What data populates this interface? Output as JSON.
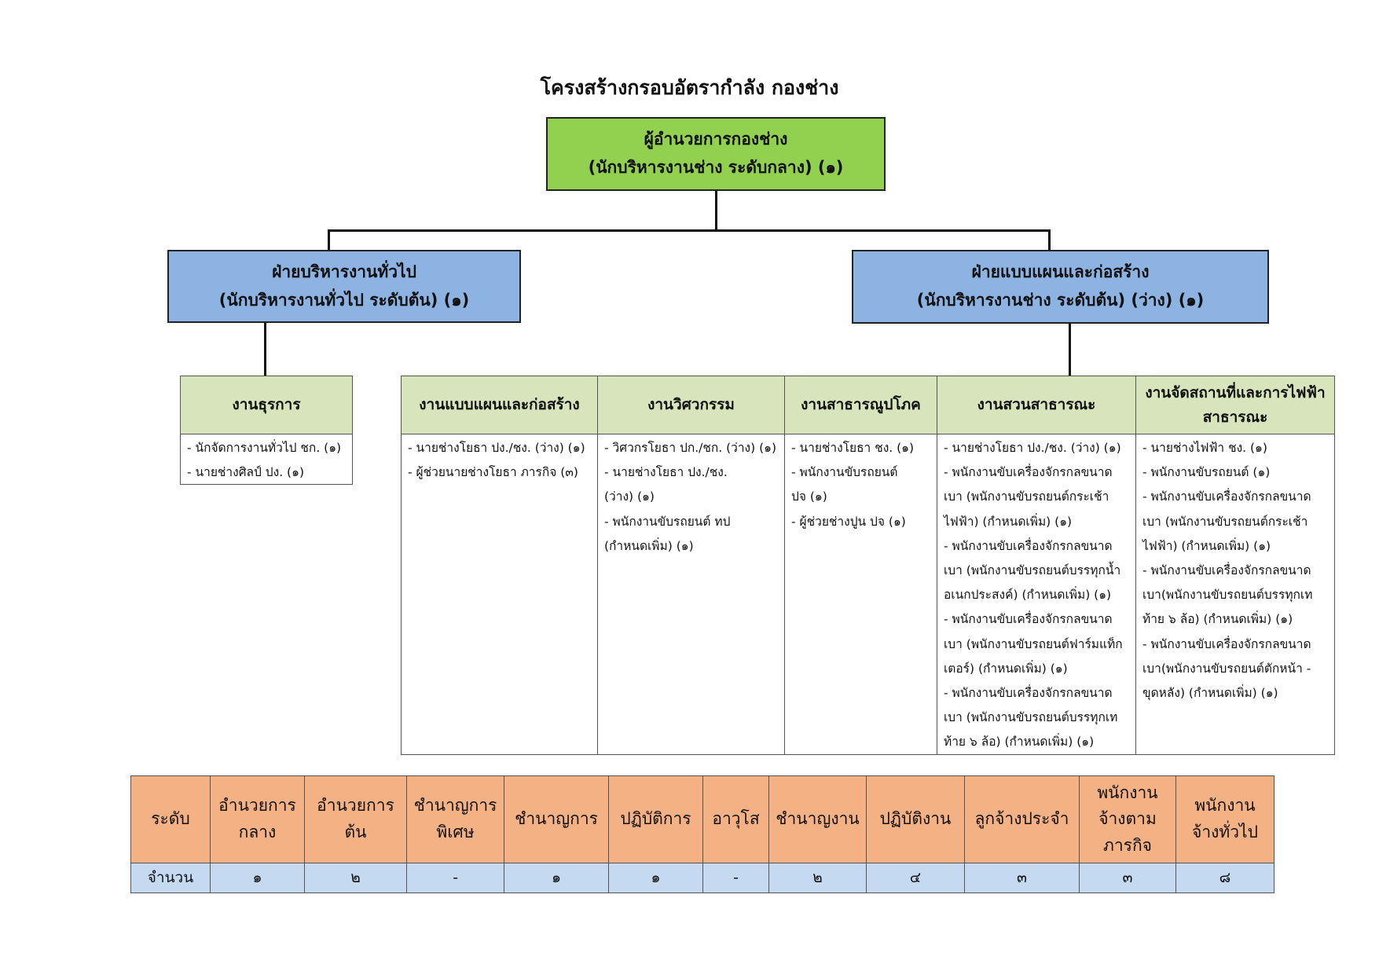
{
  "title": "โครงสร้างกรอบอัตรากำลัง กองช่าง",
  "colors": {
    "director": "#92d050",
    "division": "#8db3e2",
    "unit_header": "#d7e4bc",
    "summary_header": "#f4b183",
    "summary_values": "#c5d9f1"
  },
  "director": {
    "line1": "ผู้อำนวยการกองช่าง",
    "line2": "(นักบริหารงานช่าง ระดับกลาง) (๑)"
  },
  "divisions": [
    {
      "line1": "ฝ่ายบริหารงานทั่วไป",
      "line2": "(นักบริหารงานทั่วไป ระดับต้น) (๑)"
    },
    {
      "line1": "ฝ่ายแบบแผนและก่อสร้าง",
      "line2": "(นักบริหารงานช่าง ระดับต้น) (ว่าง) (๑)"
    }
  ],
  "units": [
    {
      "name": "งานธุรการ",
      "items": [
        "- นักจัดการงานทั่วไป ชก. (๑)",
        "- นายช่างศิลป์ ปง. (๑)"
      ]
    },
    {
      "name": "งานแบบแผนและก่อสร้าง",
      "items": [
        "- นายช่างโยธา ปง./ชง. (ว่าง) (๑)",
        "- ผู้ช่วยนายช่างโยธา ภารกิจ (๓)"
      ]
    },
    {
      "name": "งานวิศวกรรม",
      "items": [
        "- วิศวกรโยธา ปก./ชก. (ว่าง) (๑)",
        "- นายช่างโยธา ปง./ชง.\n   (ว่าง) (๑)",
        "- พนักงานขับรถยนต์ ทป\n   (กำหนดเพิ่ม) (๑)"
      ]
    },
    {
      "name": "งานสาธารณูปโภค",
      "items": [
        "- นายช่างโยธา ชง. (๑)",
        "- พนักงานขับรถยนต์\n   ปจ (๑)",
        "- ผู้ช่วยช่างปูน ปจ (๑)"
      ]
    },
    {
      "name": "งานสวนสาธารณะ",
      "items": [
        "- นายช่างโยธา ปง./ชง. (ว่าง) (๑)",
        "- พนักงานขับเครื่องจักรกลขนาด\nเบา (พนักงานขับรถยนต์กระเช้า\nไฟฟ้า) (กำหนดเพิ่ม) (๑)",
        "- พนักงานขับเครื่องจักรกลขนาด\nเบา (พนักงานขับรถยนต์บรรทุกน้ำ\nอเนกประสงค์) (กำหนดเพิ่ม) (๑)",
        "- พนักงานขับเครื่องจักรกลขนาด\nเบา (พนักงานขับรถยนต์ฟาร์มแท็ก\nเตอร์) (กำหนดเพิ่ม) (๑)",
        "- พนักงานขับเครื่องจักรกลขนาด\nเบา (พนักงานขับรถยนต์บรรทุกเท\nท้าย ๖ ล้อ) (กำหนดเพิ่ม) (๑)"
      ]
    },
    {
      "name": "งานจัดสถานที่และการไฟฟ้าสาธารณะ",
      "items": [
        "- นายช่างไฟฟ้า ชง. (๑)",
        "- พนักงานขับรถยนต์ (๑)",
        "- พนักงานขับเครื่องจักรกลขนาด\nเบา (พนักงานขับรถยนต์กระเช้า\nไฟฟ้า) (กำหนดเพิ่ม) (๑)",
        "- พนักงานขับเครื่องจักรกลขนาด\nเบา(พนักงานขับรถยนต์บรรทุกเท\nท้าย ๖ ล้อ) (กำหนดเพิ่ม) (๑)",
        "- พนักงานขับเครื่องจักรกลขนาด\nเบา(พนักงานขับรถยนต์ตักหน้า -\nขุดหลัง) (กำหนดเพิ่ม) (๑)"
      ]
    }
  ],
  "summary": {
    "headers": [
      "ระดับ",
      "อำนวยการ\nกลาง",
      "อำนวยการ\nต้น",
      "ชำนาญการ\nพิเศษ",
      "ชำนาญการ",
      "ปฏิบัติการ",
      "อาวุโส",
      "ชำนาญงาน",
      "ปฏิบัติงาน",
      "ลูกจ้างประจำ",
      "พนักงาน\nจ้างตาม\nภารกิจ",
      "พนักงาน\nจ้างทั่วไป"
    ],
    "values": [
      "จำนวน",
      "๑",
      "๒",
      "-",
      "๑",
      "๑",
      "-",
      "๒",
      "๔",
      "๓",
      "๓",
      "๘"
    ]
  }
}
